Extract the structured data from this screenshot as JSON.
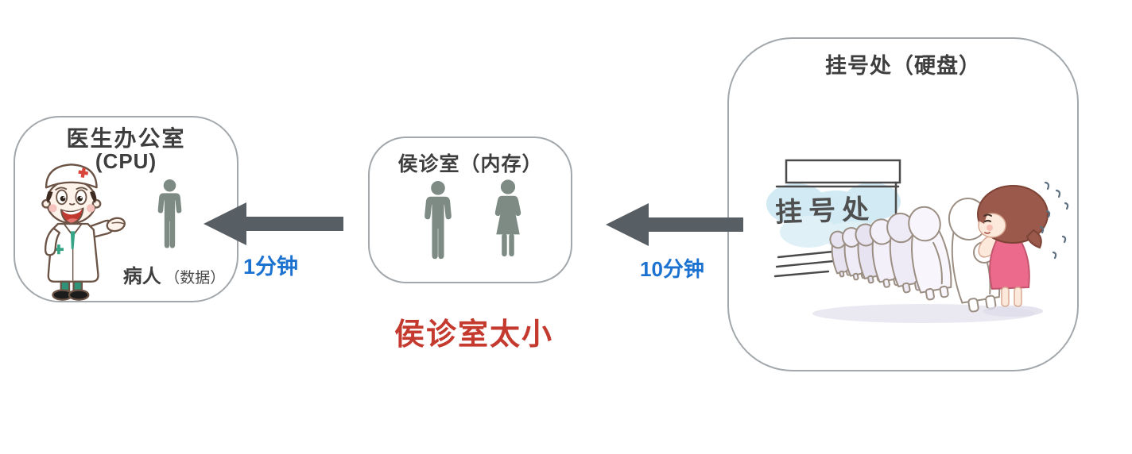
{
  "cpu_box": {
    "title": "医生办公室",
    "subtitle": "(CPU)",
    "patient_label": "病人",
    "patient_label_paren": "（数据）"
  },
  "memory_box": {
    "title": "侯诊室（内存）",
    "caption": "侯诊室太小"
  },
  "disk_box": {
    "title": "挂号处（硬盘）",
    "sign_text": "挂号处"
  },
  "arrows": {
    "memory_to_cpu_label": "1分钟",
    "disk_to_memory_label": "10分钟"
  },
  "icons": {
    "cpu_box_person": "male-person-icon",
    "memory_persons": [
      "male-person-icon",
      "female-person-icon"
    ]
  },
  "colors": {
    "arrow": "#585f64",
    "time_label_blue": "#1c72d0",
    "caption_red": "#c43a2f",
    "person_icon_gray": "#7e8b85",
    "box_border_gray": "#a2a7ab",
    "title_text": "#3e3e3e",
    "queue_outline": "#9b8e83",
    "girl_hair": "#9a594a",
    "girl_dress": "#ec6b8c",
    "blue_wash": "#cbe7f1"
  }
}
